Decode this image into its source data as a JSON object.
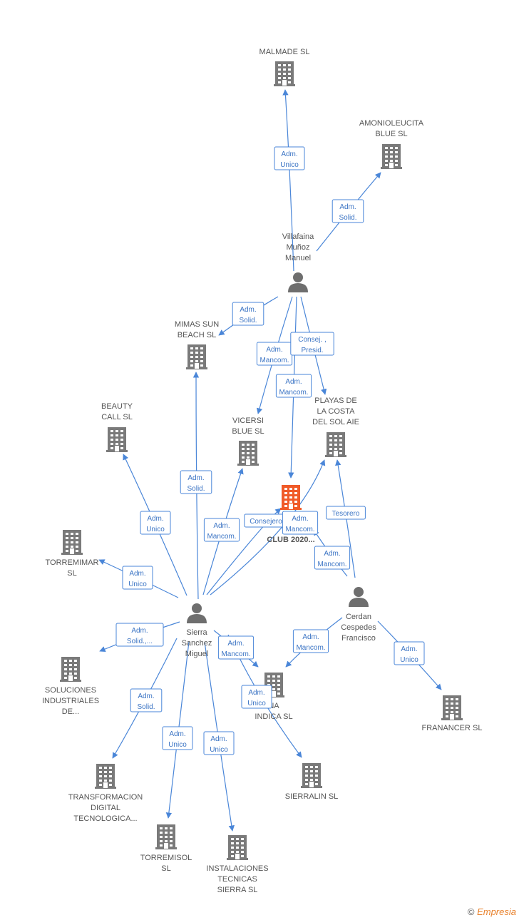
{
  "colors": {
    "edge": "#4a86d8",
    "company": "#7a7a7a",
    "main_company": "#f05a28",
    "person": "#6e6e6e"
  },
  "nodes": [
    {
      "id": "malmade",
      "kind": "company",
      "lines": [
        "MALMADE  SL"
      ]
    },
    {
      "id": "amonio",
      "kind": "company",
      "lines": [
        "AMONIOLEUCITA",
        "BLUE SL"
      ]
    },
    {
      "id": "villafaina",
      "kind": "person",
      "lines": [
        "Villafaina",
        "Muñoz",
        "Manuel"
      ]
    },
    {
      "id": "mimas",
      "kind": "company",
      "lines": [
        "MIMAS SUN",
        "BEACH  SL"
      ]
    },
    {
      "id": "beauty",
      "kind": "company",
      "lines": [
        "BEAUTY",
        "CALL SL"
      ]
    },
    {
      "id": "vicersi",
      "kind": "company",
      "lines": [
        "VICERSI",
        "BLUE  SL"
      ]
    },
    {
      "id": "playas",
      "kind": "company",
      "lines": [
        "PLAYAS DE",
        "LA COSTA",
        "DEL SOL AIE"
      ]
    },
    {
      "id": "main",
      "kind": "main",
      "lines": [
        "B",
        "CLUB 2020..."
      ]
    },
    {
      "id": "torremimar",
      "kind": "company",
      "lines": [
        "TORREMIMAR",
        "SL"
      ]
    },
    {
      "id": "sierra",
      "kind": "person",
      "lines": [
        "Sierra",
        "Sanchez",
        "Miguel"
      ]
    },
    {
      "id": "cerdan",
      "kind": "person",
      "lines": [
        "Cerdan",
        "Cespedes",
        "Francisco"
      ]
    },
    {
      "id": "soluciones",
      "kind": "company",
      "lines": [
        "SOLUCIONES",
        "INDUSTRIALES",
        "DE..."
      ]
    },
    {
      "id": "indica",
      "kind": "company",
      "lines": [
        "NA",
        "INDICA  SL"
      ]
    },
    {
      "id": "francer",
      "kind": "company",
      "lines": [
        "FRANANCER SL"
      ]
    },
    {
      "id": "transformacion",
      "kind": "company",
      "lines": [
        "TRANSFORMACION",
        "DIGITAL",
        "TECNOLOGICA..."
      ]
    },
    {
      "id": "sierralin",
      "kind": "company",
      "lines": [
        "SIERRALIN SL"
      ]
    },
    {
      "id": "torremisol",
      "kind": "company",
      "lines": [
        "TORREMISOL",
        "SL"
      ]
    },
    {
      "id": "instalaciones",
      "kind": "company",
      "lines": [
        "INSTALACIONES",
        "TECNICAS",
        "SIERRA SL"
      ]
    }
  ],
  "edges": [
    {
      "from": "villafaina",
      "to": "malmade",
      "label": [
        "Adm.",
        "Unico"
      ]
    },
    {
      "from": "villafaina",
      "to": "amonio",
      "label": [
        "Adm.",
        "Solid."
      ]
    },
    {
      "from": "villafaina",
      "to": "mimas",
      "label": [
        "Adm.",
        "Solid."
      ]
    },
    {
      "from": "villafaina",
      "to": "vicersi",
      "label": [
        "Adm.",
        "Mancom."
      ]
    },
    {
      "from": "villafaina",
      "to": "playas",
      "label": [
        "Consej. ,",
        "Presid."
      ]
    },
    {
      "from": "villafaina",
      "to": "main",
      "label": [
        "Adm.",
        "Mancom."
      ]
    },
    {
      "from": "sierra",
      "to": "mimas",
      "label": [
        "Adm.",
        "Solid."
      ]
    },
    {
      "from": "sierra",
      "to": "beauty",
      "label": [
        "Adm.",
        "Unico"
      ]
    },
    {
      "from": "sierra",
      "to": "vicersi",
      "label": [
        "Adm.",
        "Mancom."
      ]
    },
    {
      "from": "sierra",
      "to": "main",
      "label": [
        "Consejero"
      ]
    },
    {
      "from": "sierra",
      "to": "playas",
      "label": [
        "Adm.",
        "Mancom."
      ]
    },
    {
      "from": "sierra",
      "to": "torremimar",
      "label": [
        "Adm.",
        "Unico"
      ]
    },
    {
      "from": "sierra",
      "to": "soluciones",
      "label": [
        "Adm.",
        "Solid.,..."
      ]
    },
    {
      "from": "sierra",
      "to": "indica",
      "label": [
        "Adm.",
        "Mancom."
      ]
    },
    {
      "from": "sierra",
      "to": "transformacion",
      "label": [
        "Adm.",
        "Solid."
      ]
    },
    {
      "from": "sierra",
      "to": "torremisol",
      "label": [
        "Adm.",
        "Unico"
      ]
    },
    {
      "from": "sierra",
      "to": "instalaciones",
      "label": [
        "Adm.",
        "Unico"
      ]
    },
    {
      "from": "sierra",
      "to": "sierralin",
      "label": [
        "Adm.",
        "Unico"
      ]
    },
    {
      "from": "cerdan",
      "to": "playas",
      "label": [
        "Tesorero"
      ]
    },
    {
      "from": "cerdan",
      "to": "main",
      "label": [
        "Adm.",
        "Mancom."
      ]
    },
    {
      "from": "cerdan",
      "to": "indica",
      "label": [
        "Adm.",
        "Mancom."
      ]
    },
    {
      "from": "cerdan",
      "to": "francer",
      "label": [
        "Adm.",
        "Unico"
      ]
    }
  ],
  "footer": {
    "copyright": "©",
    "brand": "Empresia"
  }
}
